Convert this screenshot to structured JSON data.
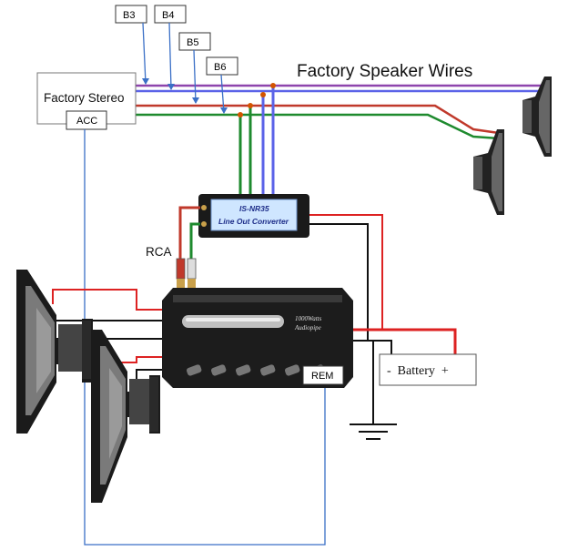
{
  "diagram": {
    "title": "Factory Speaker Wires",
    "stereo_label": "Factory Stereo",
    "acc_label": "ACC",
    "rem_label": "REM",
    "rca_label": "RCA",
    "battery_label": "-  Battery  +",
    "converter": {
      "model": "IS-NR35",
      "name": "Line Out Converter"
    },
    "amp_brand_line1": "1000Watts",
    "amp_brand_line2": "Audiopipe",
    "callouts": [
      "B3",
      "B4",
      "B5",
      "B6"
    ]
  },
  "colors": {
    "wire_purple": "#8e44ad",
    "wire_blue": "#5b63e8",
    "wire_red": "#c0392b",
    "wire_green": "#1e8a2e",
    "signal_line": "#3a6fc6",
    "power_red": "#d22",
    "ground_black": "#111"
  }
}
